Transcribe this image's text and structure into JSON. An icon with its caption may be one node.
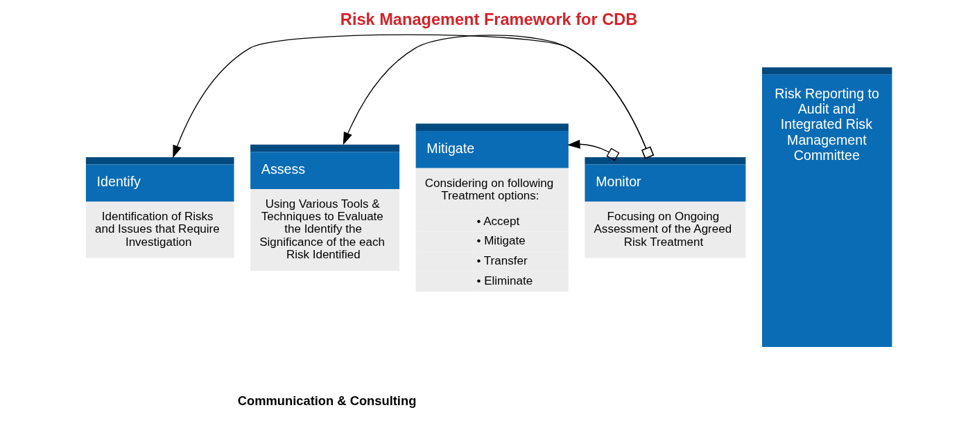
{
  "diagram": {
    "title": "Risk Management Framework for CDB",
    "nodes": [
      {
        "text": [
          "Identify",
          "Identification of Risks and Issues that Require Investigation"
        ]
      },
      {
        "text": [
          "Assess",
          "Using Various Tools & Techniques to Evaluate the Identify the Significance of the each Risk Identified"
        ]
      },
      {
        "text": [
          "Mitigate",
          "Considering on following Treatment options:",
          "• Accept",
          "• Mitigate",
          "• Transfer",
          "• Eliminate"
        ]
      },
      {
        "text": [
          "Monitor",
          "Focusing on Ongoing Assessment of the Agreed Risk Treatment"
        ]
      },
      {
        "text": [
          "Risk Reporting to Audit and Integrated Risk Management Committee"
        ]
      }
    ],
    "edges": [
      {
        "from": 3,
        "to": 0,
        "arrow": "to"
      },
      {
        "from": 3,
        "to": 1,
        "arrow": "to"
      },
      {
        "from": 3,
        "to": 2,
        "arrow": "to"
      }
    ],
    "labels": [
      "Communication & Consulting"
    ]
  }
}
